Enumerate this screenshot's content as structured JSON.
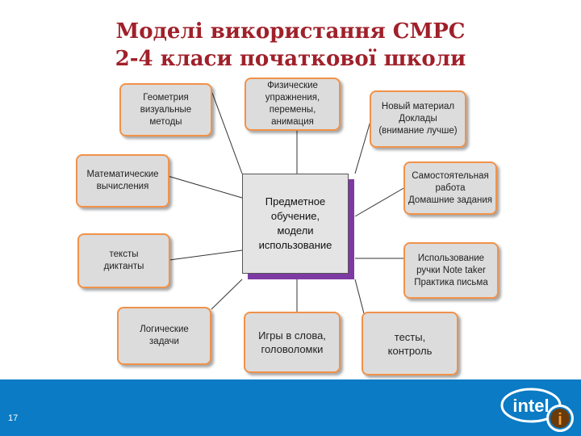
{
  "title": {
    "line1": "Моделі використання СМРС",
    "line2": "2-4 класи початкової школи"
  },
  "center": "Предметное\nобучение,\nмодели\nиспользование",
  "nodes": {
    "geometry": "Геометрия\nвизуальные\nметоды",
    "physical": "Физические\nупражнения,\nперемены,\nанимация",
    "new_material": "Новый материал\nДоклады\n(внимание лучше)",
    "math": "Математические\nвычисления",
    "independent": "Самостоятельная\nработа\nДомашние задания",
    "texts": "тексты\nдиктанты",
    "note_taker": "Использование\nручки Note taker\nПрактика письма",
    "logic": "Логические\nзадачи",
    "games": "Игры в слова,\nголоволомки",
    "tests": "тесты,\nконтроль"
  },
  "footer": {
    "page_number": "17",
    "logo_text": "intel",
    "badge": "i"
  },
  "colors": {
    "title": "#a0202a",
    "node_border": "#f1924a",
    "center_shadow": "#7e3aa3",
    "footer": "#0a7bc4"
  }
}
